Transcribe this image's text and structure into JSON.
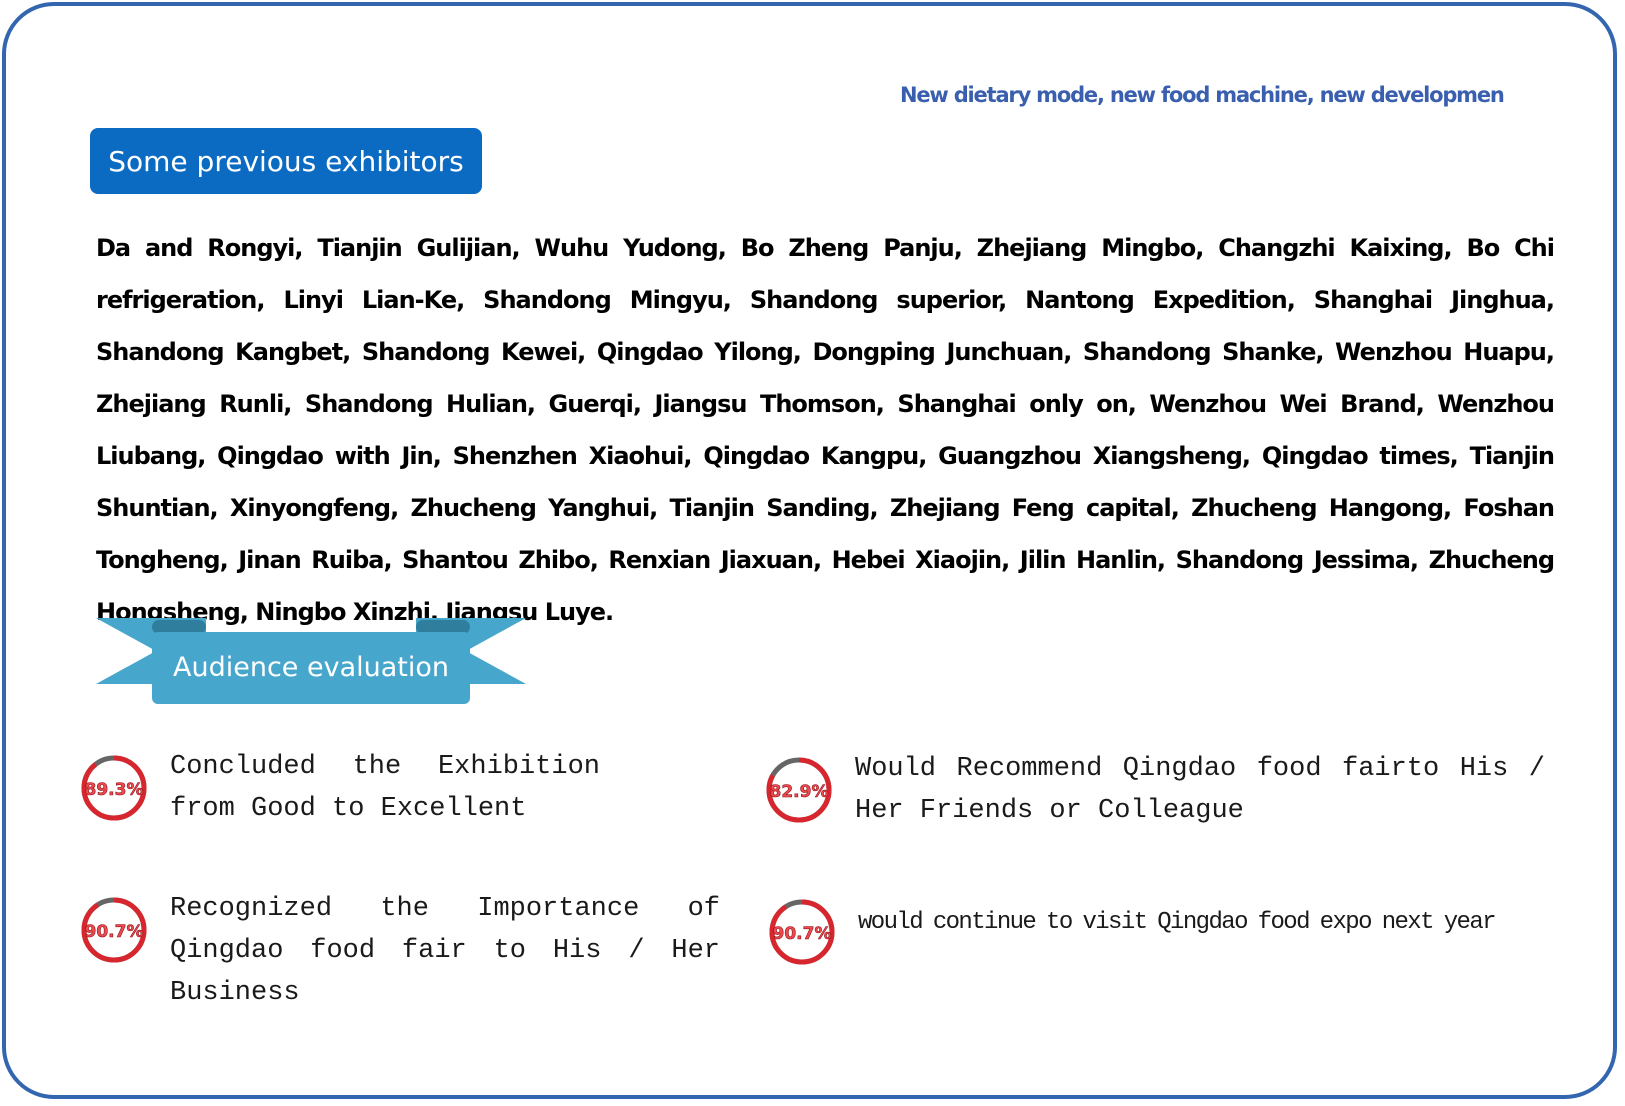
{
  "tagline": "New dietary mode, new food machine, new developmen",
  "exhibitors": {
    "heading": "Some previous exhibitors",
    "text": "Da and Rongyi, Tianjin Gulijian, Wuhu Yudong, Bo Zheng Panju, Zhejiang Mingbo, Changzhi Kaixing, Bo Chi refrigeration, Linyi Lian-Ke, Shandong Mingyu, Shandong superior, Nantong Expedition, Shanghai Jinghua, Shandong Kangbet, Shandong Kewei, Qingdao Yilong, Dongping Junchuan, Shandong Shanke, Wenzhou Huapu, Zhejiang Runli, Shandong Hulian, Guerqi, Jiangsu Thomson, Shanghai only on, Wenzhou Wei Brand, Wenzhou Liubang, Qingdao with Jin, Shenzhen Xiaohui, Qingdao Kangpu, Guangzhou Xiangsheng, Qingdao times, Tianjin Shuntian, Xinyongfeng, Zhucheng Yanghui, Tianjin Sanding, Zhejiang Feng capital, Zhucheng Hangong, Foshan Tongheng, Jinan Ruiba, Shantou Zhibo, Renxian Jiaxuan, Hebei Xiaojin, Jilin Hanlin, Shandong Jessima, Zhucheng Hongsheng, Ningbo Xinzhi, Jiangsu Luye."
  },
  "audience": {
    "heading": "Audience evaluation",
    "stats": [
      {
        "percent_label": "89.3%",
        "value": 89.3,
        "text": "Concluded the Exhibition from Good to Excellent"
      },
      {
        "percent_label": "82.9%",
        "value": 82.9,
        "text": "Would Recommend Qingdao food fairto His / Her Friends or Colleague"
      },
      {
        "percent_label": "90.7%",
        "value": 90.7,
        "text": "Recognized the Importance of Qingdao food fair to His / Her Business"
      },
      {
        "percent_label": "90.7%",
        "value": 90.7,
        "text": "would continue to visit Qingdao food expo next year"
      }
    ]
  },
  "colors": {
    "frame_border": "#3466b0",
    "heading_badge": "#0b6bc2",
    "ribbon": "#46a6cc",
    "gauge_red": "#d7262e",
    "gauge_gray": "#666666"
  }
}
